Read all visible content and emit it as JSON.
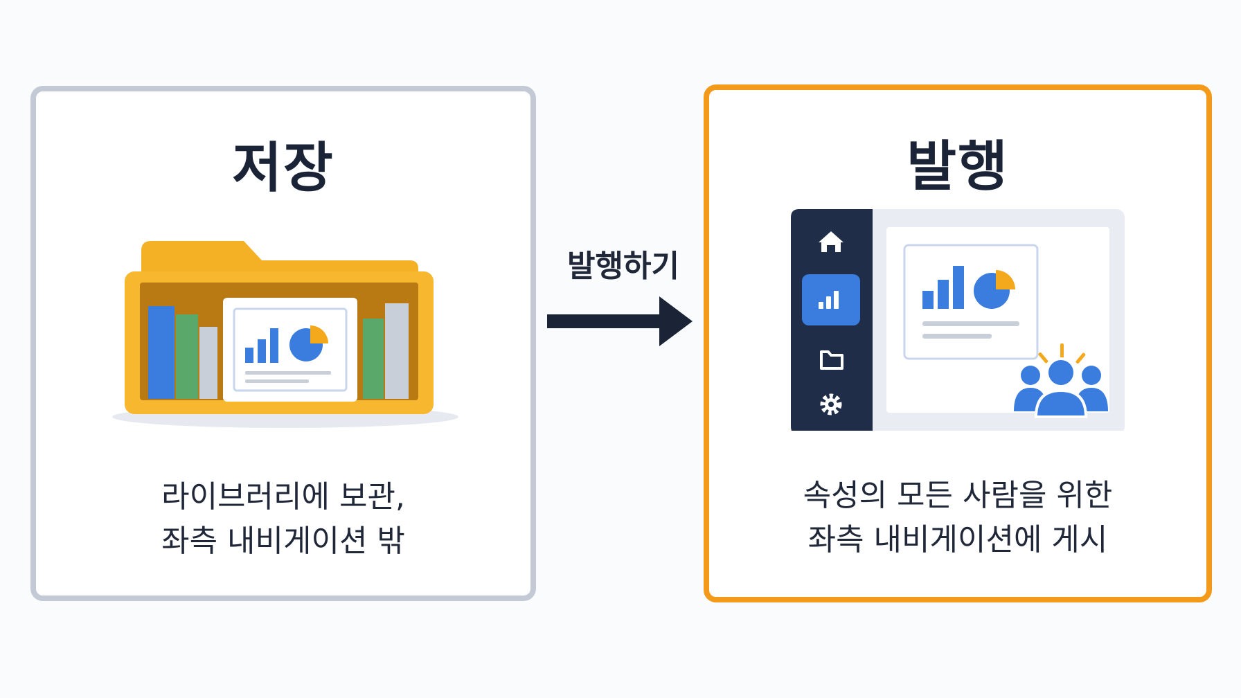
{
  "store_panel": {
    "title": "저장",
    "caption_line1": "라이브러리에 보관,",
    "caption_line2": "좌측 내비게이션 밖"
  },
  "arrow": {
    "label": "발행하기"
  },
  "publish_panel": {
    "title": "발행",
    "caption_line1": "속성의 모든 사람을 위한",
    "caption_line2": "좌측 내비게이션에 게시"
  },
  "icons": {
    "folder_illustration": "folder-with-books-icon",
    "report_card": "bar-pie-chart-report-icon",
    "sidebar_home": "home-icon",
    "sidebar_reports": "bar-chart-icon",
    "sidebar_folder": "folder-icon",
    "sidebar_settings": "gear-icon",
    "audience": "people-group-icon"
  },
  "colors": {
    "store_border": "#c3cad6",
    "publish_border": "#f39a1a",
    "folder": "#f7b72f",
    "accent_blue": "#3a7ddf",
    "nav_dark": "#1f2d49"
  }
}
